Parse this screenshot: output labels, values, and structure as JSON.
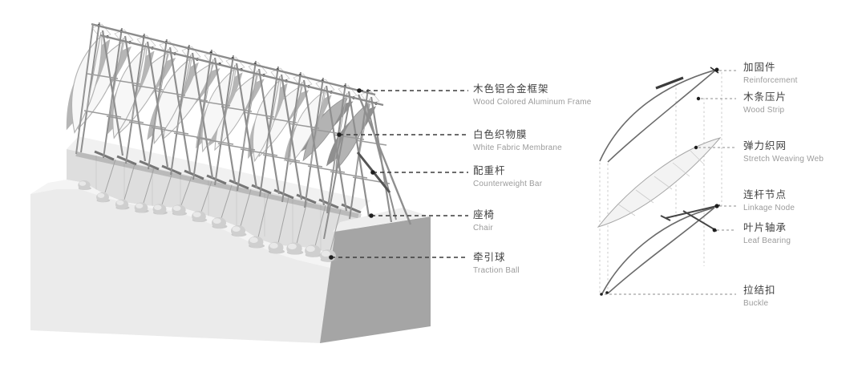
{
  "diagram": {
    "left_labels": [
      {
        "zh": "木色铝合金框架",
        "en": "Wood Colored Aluminum Frame"
      },
      {
        "zh": "白色织物膜",
        "en": "White Fabric Membrane"
      },
      {
        "zh": "配重杆",
        "en": "Counterweight Bar"
      },
      {
        "zh": "座椅",
        "en": "Chair"
      },
      {
        "zh": "牵引球",
        "en": "Traction Ball"
      }
    ],
    "right_labels": [
      {
        "zh": "加固件",
        "en": "Reinforcement"
      },
      {
        "zh": "木条压片",
        "en": "Wood Strip"
      },
      {
        "zh": "弹力织网",
        "en": "Stretch Weaving Web"
      },
      {
        "zh": "连杆节点",
        "en": "Linkage Node"
      },
      {
        "zh": "叶片轴承",
        "en": "Leaf Bearing"
      },
      {
        "zh": "拉结扣",
        "en": "Buckle"
      }
    ],
    "colors": {
      "background": "#ffffff",
      "label_zh": "#3f3f3f",
      "label_en": "#9b9b9b",
      "leader_line": "#3c3c3c",
      "detail_line": "#8c8c8c",
      "block_front": "#ebebeb",
      "block_side": "#a5a5a5",
      "terrace_face": "#dedede",
      "membrane": "#f7f7f7",
      "frame_metal": "#8f8f8f"
    }
  }
}
